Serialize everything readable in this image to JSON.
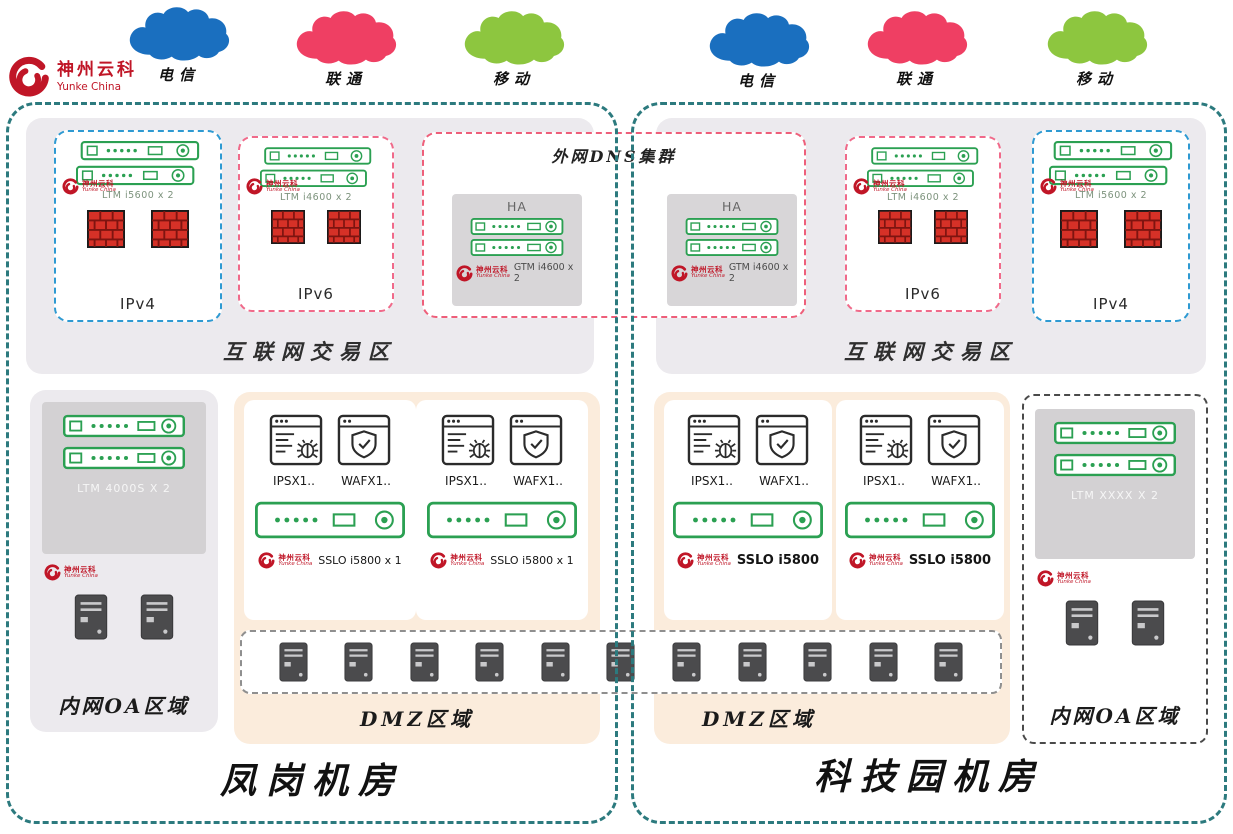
{
  "brand": {
    "name_cn": "神州云科",
    "name_en": "Yunke China"
  },
  "isp_clouds": [
    {
      "label": "电信",
      "color": "#1a6fbf"
    },
    {
      "label": "联通",
      "color": "#ef3f63"
    },
    {
      "label": "移动",
      "color": "#8dc63f"
    }
  ],
  "dns_cluster": {
    "title": "外网DNS集群",
    "ha_label": "HA",
    "device_label": "GTM i4600 x 2"
  },
  "left_dc": {
    "name": "凤岗机房",
    "internet_zone_title": "互联网交易区",
    "ipv4": {
      "label": "IPv4",
      "device_label": "LTM i5600 x 2"
    },
    "ipv6": {
      "label": "IPv6",
      "device_label": "LTM i4600 x 2"
    },
    "oa_zone": {
      "title": "内网OA区域",
      "device_label": "LTM 4000S X 2"
    },
    "dmz": {
      "title": "DMZ区域",
      "ips_label": "IPSX1..",
      "waf_label": "WAFX1..",
      "sslo_label": "SSLO i5800 x 1"
    }
  },
  "right_dc": {
    "name": "科技园机房",
    "internet_zone_title": "互联网交易区",
    "ipv4": {
      "label": "IPv4",
      "device_label": "LTM i5600 x 2"
    },
    "ipv6": {
      "label": "IPv6",
      "device_label": "LTM i4600 x 2"
    },
    "oa_zone": {
      "title": "内网OA区域",
      "device_label": "LTM XXXX X 2"
    },
    "dmz": {
      "title": "DMZ区域",
      "ips_label": "IPSX1..",
      "waf_label": "WAFX1..",
      "sslo_label": "SSLO i5800"
    }
  },
  "icons": {
    "cloud-icon": "puffy ISP cloud shape",
    "yunke-logo-icon": "red swirl brand mark",
    "adc-device-icon": "green 1U appliance front panel",
    "firewall-icon": "red brick wall",
    "server-icon": "dark tower server",
    "ips-icon": "window with bug (intrusion prevention)",
    "waf-icon": "window with shield check (web app firewall)"
  }
}
